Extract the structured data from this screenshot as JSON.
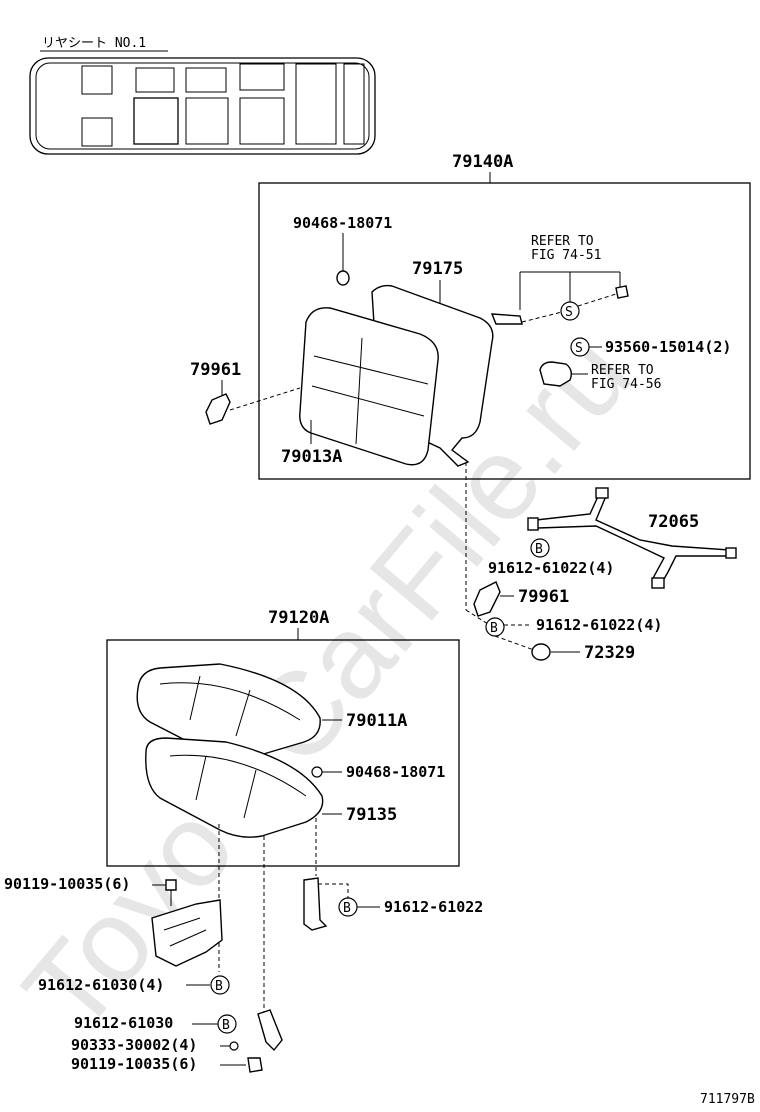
{
  "header": {
    "label": "リヤシート NO.1"
  },
  "watermark": "ToyotaCarFile.ru",
  "figure_id": "711797B",
  "groups": {
    "seatback_assy": "79140A",
    "cushion_assy": "79120A"
  },
  "parts": {
    "p90468_top": "90468-18071",
    "p79175": "79175",
    "p79961_left": "79961",
    "p79013A": "79013A",
    "p93560": "93560-15014(2)",
    "p72065": "72065",
    "p91612_b1": "91612-61022(4)",
    "p79961_right": "79961",
    "p91612_b2": "91612-61022(4)",
    "p72329": "72329",
    "p79011A": "79011A",
    "p90468_mid": "90468-18071",
    "p79135": "79135",
    "p90119_a": "90119-10035(6)",
    "p91612_single": "91612-61022",
    "p91612_30_4": "91612-61030(4)",
    "p91612_30": "91612-61030",
    "p90333": "90333-30002(4)",
    "p90119_b": "90119-10035(6)"
  },
  "refs": {
    "refer1_line1": "REFER TO",
    "refer1_line2": "FIG 74-51",
    "refer2_line1": "REFER TO",
    "refer2_line2": "FIG 74-56"
  },
  "symbols": {
    "s": "S",
    "b": "B"
  }
}
